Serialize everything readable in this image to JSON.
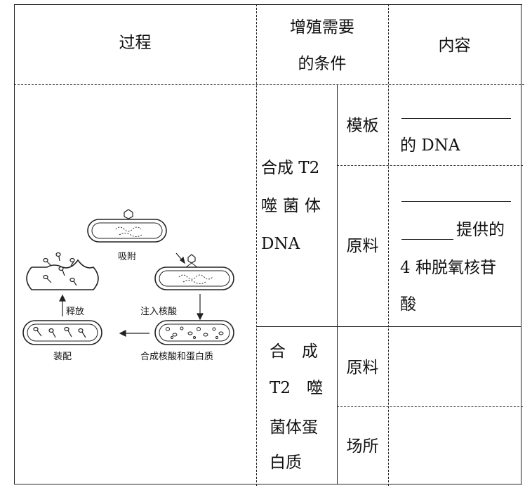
{
  "header": {
    "process": "过程",
    "conditions_line1": "增殖需要",
    "conditions_line2": "的条件",
    "content": "内容"
  },
  "dna_synthesis": {
    "label_line1": "合成 T2",
    "label_line2": "噬菌体",
    "label_line3": "DNA",
    "template_label": "模板",
    "template_content": "的 DNA",
    "material_label": "原料",
    "material_content_suffix": "提供的",
    "material_content_line3": "4 种脱氧核苷",
    "material_content_line4": "酸"
  },
  "protein_synthesis": {
    "label_line1": "合　成",
    "label_line2": "T2　噬",
    "label_line3": "菌体蛋",
    "label_line4": "白质",
    "material_label": "原料",
    "site_label": "场所"
  },
  "diagram": {
    "adsorption": "吸附",
    "injection": "注入核酸",
    "synthesis": "合成核酸和蛋白质",
    "assembly": "装配",
    "release": "释放"
  }
}
